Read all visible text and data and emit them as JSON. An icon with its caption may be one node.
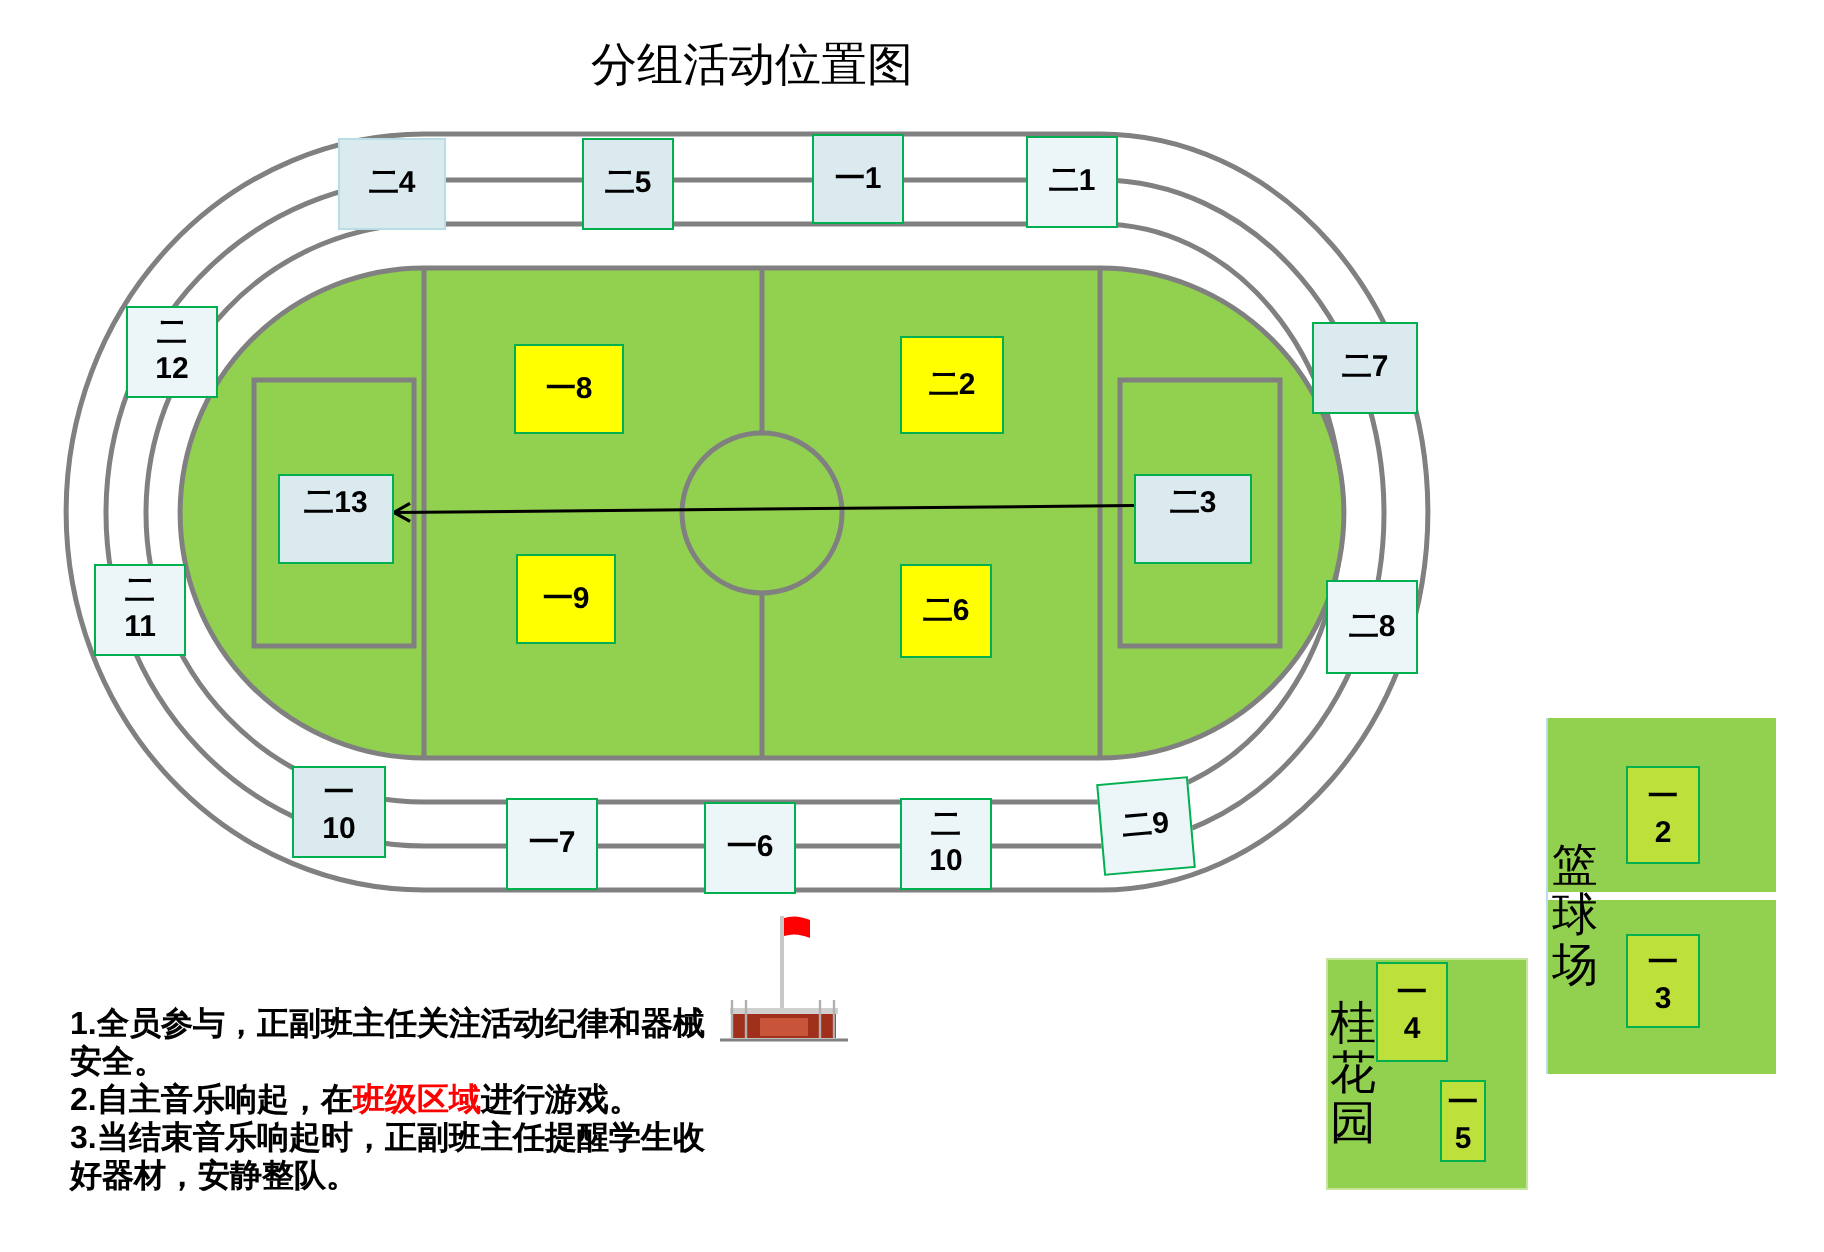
{
  "diagram": {
    "title": "分组活动位置图",
    "nodes": [
      {
        "text": [
          "二4"
        ]
      },
      {
        "text": [
          "二5"
        ]
      },
      {
        "text": [
          "一1"
        ]
      },
      {
        "text": [
          "二1"
        ]
      },
      {
        "text": [
          "二12"
        ]
      },
      {
        "text": [
          "二7"
        ]
      },
      {
        "text": [
          "一8"
        ]
      },
      {
        "text": [
          "二2"
        ]
      },
      {
        "text": [
          "二13"
        ]
      },
      {
        "text": [
          "二3"
        ]
      },
      {
        "text": [
          "二11"
        ]
      },
      {
        "text": [
          "一9"
        ]
      },
      {
        "text": [
          "二6"
        ]
      },
      {
        "text": [
          "二8"
        ]
      },
      {
        "text": [
          "篮球场"
        ]
      },
      {
        "text": [
          "一2"
        ],
        "in": 14
      },
      {
        "text": [
          "一10"
        ]
      },
      {
        "text": [
          "一7"
        ]
      },
      {
        "text": [
          "一6"
        ]
      },
      {
        "text": [
          "二10"
        ]
      },
      {
        "text": [
          "二9"
        ]
      },
      {
        "text": [
          "一3"
        ],
        "in": 14
      },
      {
        "text": [
          "桂花园"
        ]
      },
      {
        "text": [
          "一4"
        ],
        "in": 22
      },
      {
        "text": [
          "一5"
        ],
        "in": 22
      }
    ],
    "edges": [
      {
        "from": 9,
        "to": 8,
        "arrow": "to"
      }
    ],
    "labels": [
      "1.全员参与，正副班主任关注活动纪律和器械安全。",
      "2.自主音乐响起，在**班级区域**进行游戏。",
      "3.当结束音乐响起时，正副班主任提醒学生收好器材，安静整队。"
    ]
  }
}
